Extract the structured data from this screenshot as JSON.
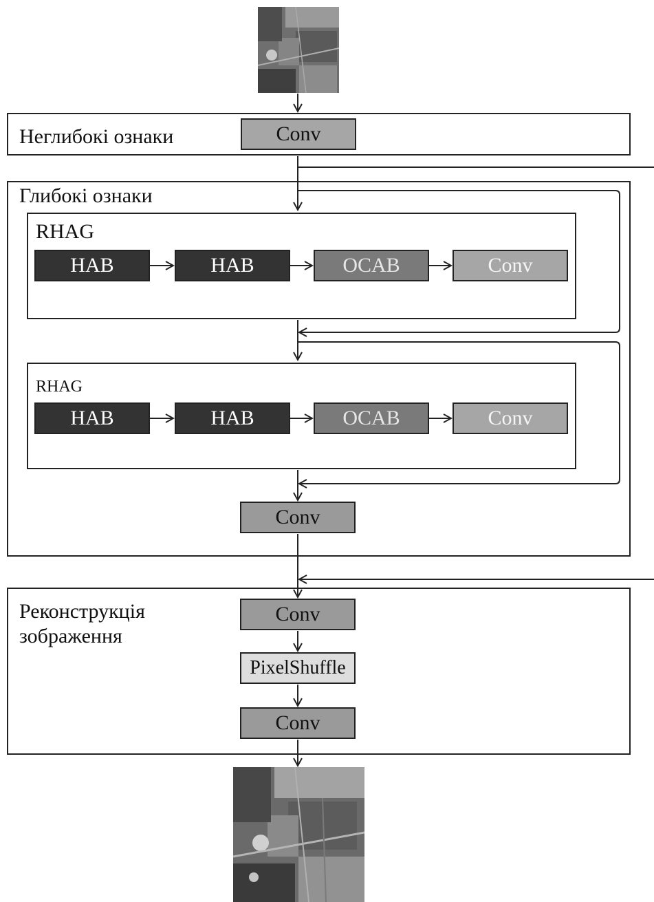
{
  "input_image": {
    "alt": "satellite-input"
  },
  "shallow": {
    "title": "Неглибокі ознаки",
    "conv": "Conv"
  },
  "deep": {
    "title": "Глибокі ознаки",
    "rhag1": {
      "title": "RHAG",
      "blocks": [
        "HAB",
        "HAB",
        "OCAB",
        "Conv"
      ]
    },
    "rhag2": {
      "title": "RHAG",
      "blocks": [
        "HAB",
        "HAB",
        "OCAB",
        "Conv"
      ]
    },
    "conv": "Conv"
  },
  "recon": {
    "title_line1": "Реконструкція",
    "title_line2": "зображення",
    "conv1": "Conv",
    "pixelshuffle": "PixelShuffle",
    "conv2": "Conv"
  },
  "colors": {
    "hab": "#333333",
    "ocab": "#7a7a7a",
    "conv_light": "#a6a6a6",
    "conv_mid": "#9a9a9a",
    "pixelshuffle": "#dedede",
    "line": "#222222"
  }
}
